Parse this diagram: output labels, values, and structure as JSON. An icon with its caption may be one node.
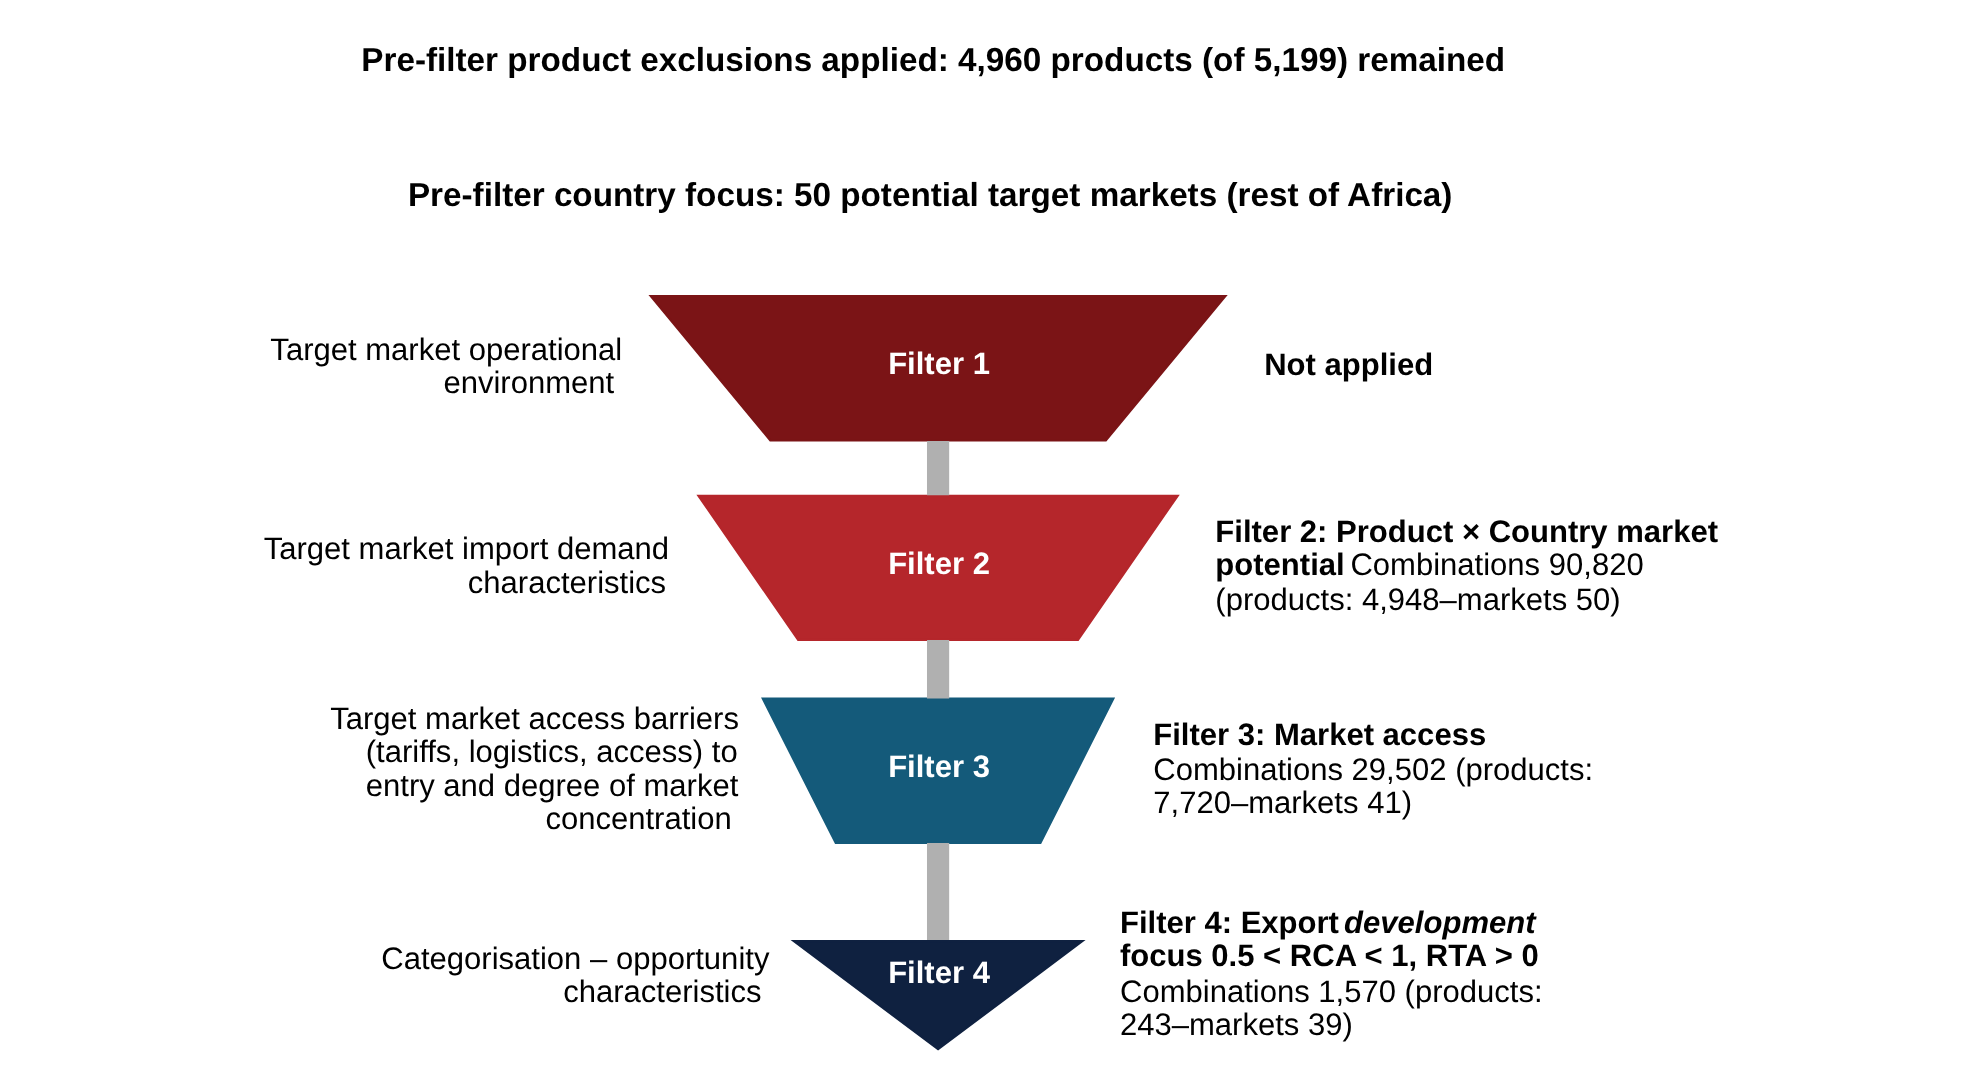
{
  "diagram": {
    "nodes": [
      {
        "text": [
          "Filter 1"
        ],
        "beside": [
          "Target market operational environment",
          "**Not applied**"
        ]
      },
      {
        "text": [
          "Filter 2"
        ],
        "beside": [
          "Target market import demand characteristics",
          "**Filter 2: Product × Country market potential** Combinations 90,820 (products: 4,948–markets 50)"
        ]
      },
      {
        "text": [
          "Filter 3"
        ],
        "beside": [
          "Target market access barriers (tariffs, logistics, access) to entry and degree of market concentration",
          "**Filter 3: Market access** Combinations 29,502 (products: 7,720–markets 41)"
        ]
      },
      {
        "text": [
          "Filter 4"
        ],
        "beside": [
          "Categorisation – opportunity characteristics",
          "**Filter 4: Export *development* focus 0.5 < RCA < 1, RTA > 0** Combinations 1,570 (products: 243–markets 39)"
        ]
      }
    ],
    "edges": [
      {
        "from": 0,
        "to": 1,
        "arrow": "none"
      },
      {
        "from": 1,
        "to": 2,
        "arrow": "none"
      },
      {
        "from": 2,
        "to": 3,
        "arrow": "none"
      }
    ],
    "labels": [
      "Pre-filter product exclusions applied: 4,960 products (of 5,199) remained",
      "Pre-filter country focus: 50 potential target markets (rest of Africa)"
    ]
  }
}
